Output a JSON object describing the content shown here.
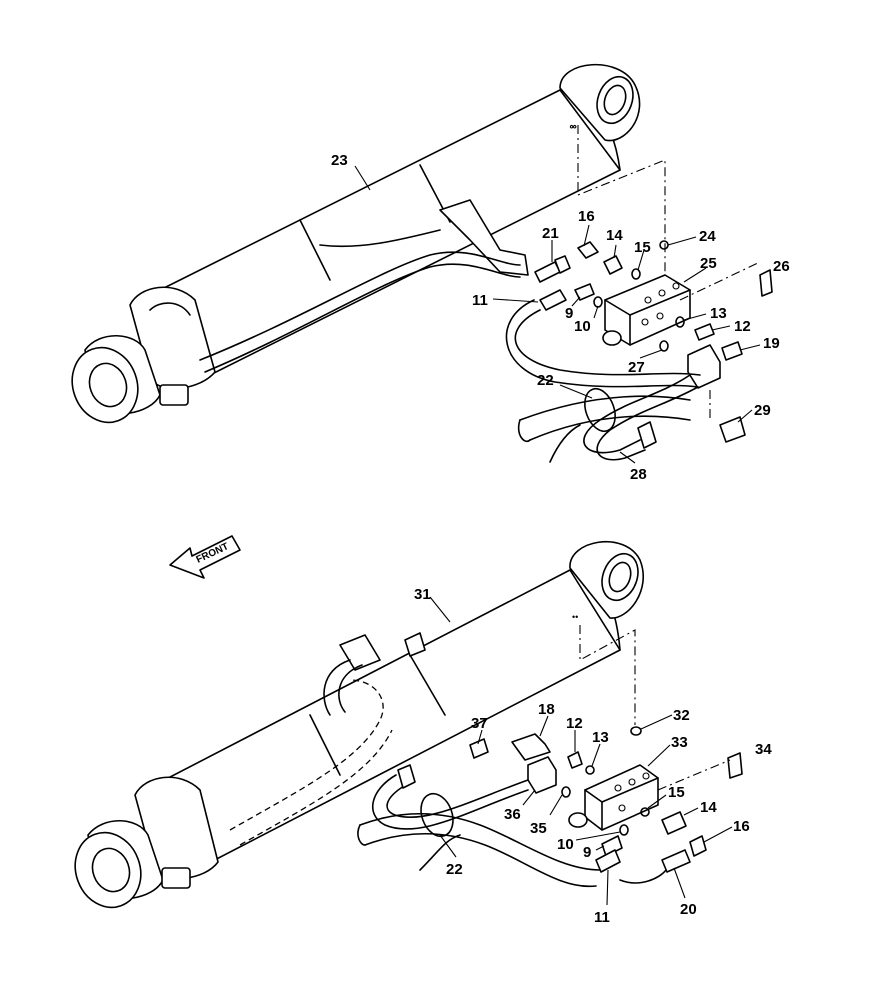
{
  "front_label": "FRONT",
  "callouts": {
    "c23": "23",
    "c21": "21",
    "c16a": "16",
    "c14a": "14",
    "c15a": "15",
    "c24": "24",
    "c25": "25",
    "c26": "26",
    "c11a": "11",
    "c9a": "9",
    "c10a": "10",
    "c13a": "13",
    "c12a": "12",
    "c19": "19",
    "c27": "27",
    "c22a": "22",
    "c29": "29",
    "c28": "28",
    "c31": "31",
    "c32": "32",
    "c37": "37",
    "c18": "18",
    "c12b": "12",
    "c13b": "13",
    "c33": "33",
    "c34": "34",
    "c15b": "15",
    "c14b": "14",
    "c36": "36",
    "c35": "35",
    "c16b": "16",
    "c10b": "10",
    "c9b": "9",
    "c22b": "22",
    "c11b": "11",
    "c20": "20"
  }
}
